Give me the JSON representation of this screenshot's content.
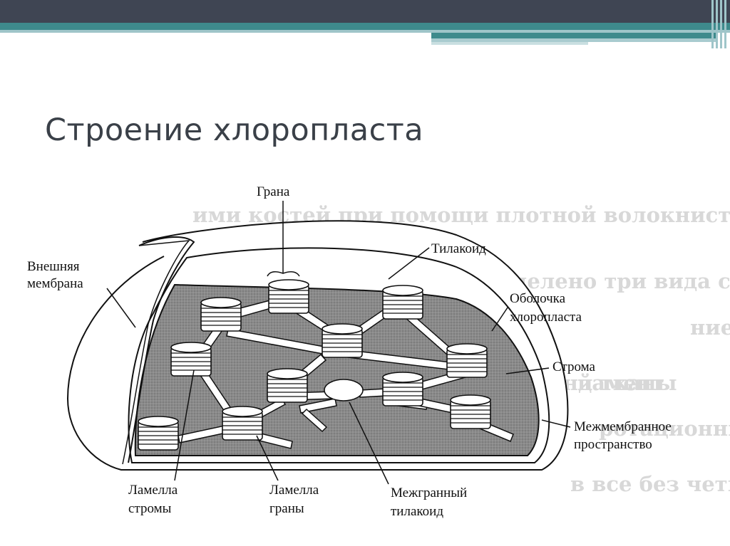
{
  "slide": {
    "title": "Строение хлоропласта"
  },
  "diagram": {
    "labels": {
      "grana": "Грана",
      "thylakoid": "Тилакоид",
      "outer_membrane_1": "Внешняя",
      "outer_membrane_2": "мембрана",
      "envelope_1": "Оболочка",
      "envelope_2": "хлоропласта",
      "stroma": "Строма",
      "intermembrane_1": "Межмембранное",
      "intermembrane_2": "пространство",
      "stroma_lamella_1": "Ламелла",
      "stroma_lamella_2": "стромы",
      "granum_lamella_1": "Ламелла",
      "granum_lamella_2": "граны",
      "intergranal_1": "Межгранный",
      "intergranal_2": "тилакоид"
    },
    "bleed_through_text": [
      "ими костей при помощи плотной волокнистой",
      "делено три вида соединения",
      "ние",
      "фундамент",
      "й тканы",
      "ротационный",
      "в все без четыре ниже, в сильно время от"
    ]
  },
  "colors": {
    "topbar_dark": "#3f4553",
    "topbar_teal": "#3e8a8c",
    "topbar_light": "#a9cbcf",
    "stroma_fill": "#8a8a8a",
    "title_text": "#3a4048"
  }
}
